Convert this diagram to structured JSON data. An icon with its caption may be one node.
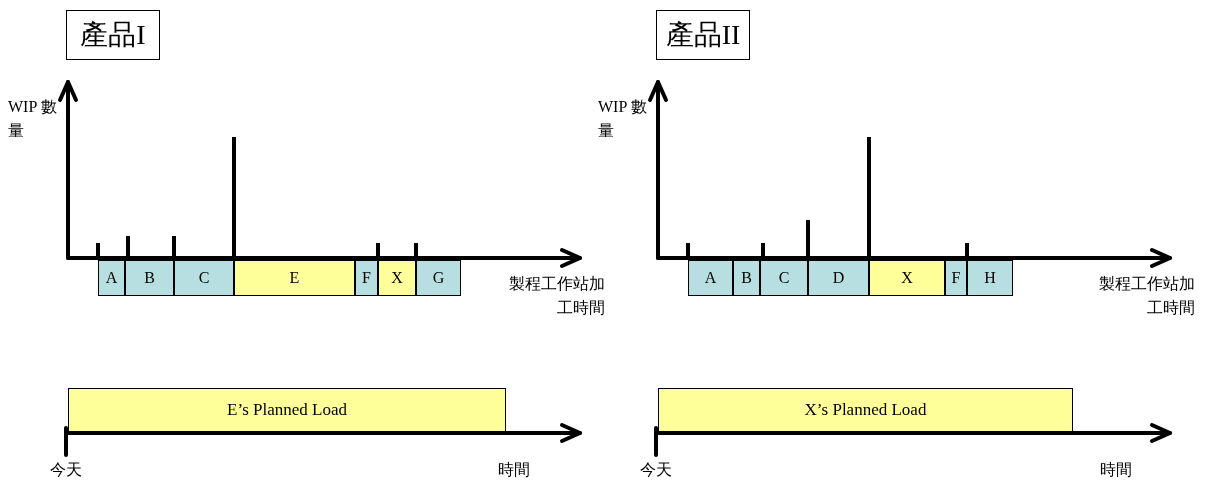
{
  "diagram": {
    "nodes": [
      {
        "text": [
          "產品I"
        ]
      },
      {
        "text": [
          "A"
        ]
      },
      {
        "text": [
          "B"
        ]
      },
      {
        "text": [
          "C"
        ]
      },
      {
        "text": [
          "E"
        ]
      },
      {
        "text": [
          "F"
        ]
      },
      {
        "text": [
          "X"
        ]
      },
      {
        "text": [
          "G"
        ]
      },
      {
        "text": [
          "E’s Planned Load"
        ]
      },
      {
        "text": [
          "產品II"
        ]
      },
      {
        "text": [
          "A"
        ]
      },
      {
        "text": [
          "B"
        ]
      },
      {
        "text": [
          "C"
        ]
      },
      {
        "text": [
          "D"
        ]
      },
      {
        "text": [
          "X"
        ]
      },
      {
        "text": [
          "F"
        ]
      },
      {
        "text": [
          "H"
        ]
      },
      {
        "text": [
          "X’s Planned Load"
        ]
      }
    ],
    "labels": [
      "WIP 數量",
      "製程工作站加工時間",
      "今天",
      "時間",
      "WIP 數量",
      "製程工作站加工時間",
      "今天",
      "時間"
    ]
  }
}
